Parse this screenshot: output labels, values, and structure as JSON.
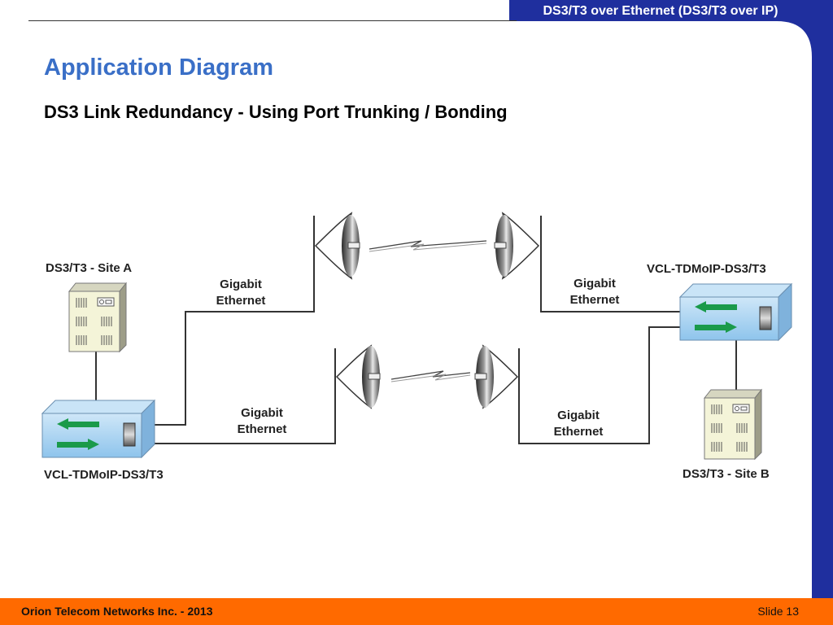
{
  "header": {
    "presentation_title": "DS3/T3 over Ethernet (DS3/T3 over IP)"
  },
  "slide": {
    "title": "Application Diagram",
    "subtitle": "DS3 Link Redundancy - Using Port Trunking / Bonding"
  },
  "diagram": {
    "site_a_label": "DS3/T3 - Site A",
    "site_b_label": "DS3/T3 - Site B",
    "device_a_label": "VCL-TDMoIP-DS3/T3",
    "device_b_label": "VCL-TDMoIP-DS3/T3",
    "links": [
      {
        "line1": "Gigabit",
        "line2": "Ethernet"
      },
      {
        "line1": "Gigabit",
        "line2": "Ethernet"
      },
      {
        "line1": "Gigabit",
        "line2": "Ethernet"
      },
      {
        "line1": "Gigabit",
        "line2": "Ethernet"
      }
    ]
  },
  "footer": {
    "company": "Orion Telecom Networks Inc. - 2013",
    "slide_number": "Slide 13"
  },
  "colors": {
    "accent_blue": "#1f2f9e",
    "title_blue": "#3a6fc7",
    "footer_orange": "#ff6a00",
    "arrow_green": "#1a9a4a",
    "device_blue": "#a9d3f2"
  }
}
